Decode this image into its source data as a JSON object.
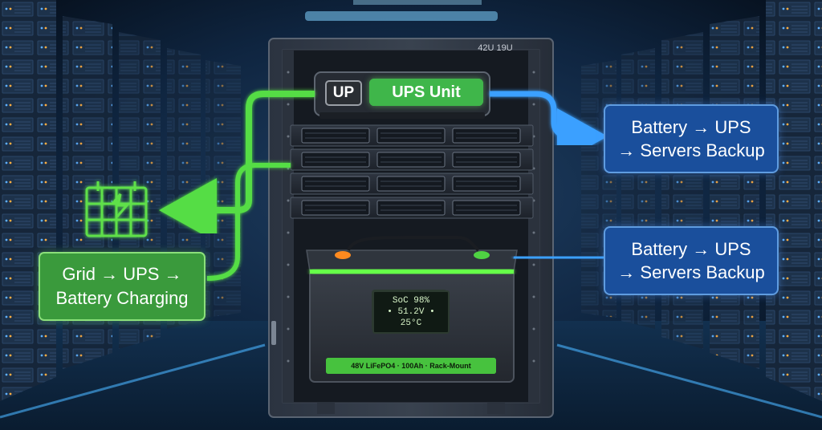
{
  "rack": {
    "size_label": "42U 19U"
  },
  "ups": {
    "badge": "UP",
    "name": "UPS Unit"
  },
  "flows": {
    "discharge_top": [
      "Battery → UPS",
      "→ Servers Backup"
    ],
    "discharge_bottom": [
      "Battery → UPS",
      "→ Servers Backup"
    ],
    "charging": [
      "Grid → UPS →",
      "Battery Charging"
    ]
  },
  "battery": {
    "display_line1": "SoC  98%",
    "display_line2": "• 51.2V • 25°C",
    "spec_label": "48V LiFePO4 · 100Ah · Rack-Mount"
  },
  "icons": [
    "grid-power-icon",
    "power-plug-icon"
  ],
  "colors": {
    "green_flow": "#55dd44",
    "blue_flow": "#3aa0ff",
    "green_box": "#3a9a3c",
    "blue_box": "#1a4f9c",
    "background": "#0a1a2e"
  }
}
